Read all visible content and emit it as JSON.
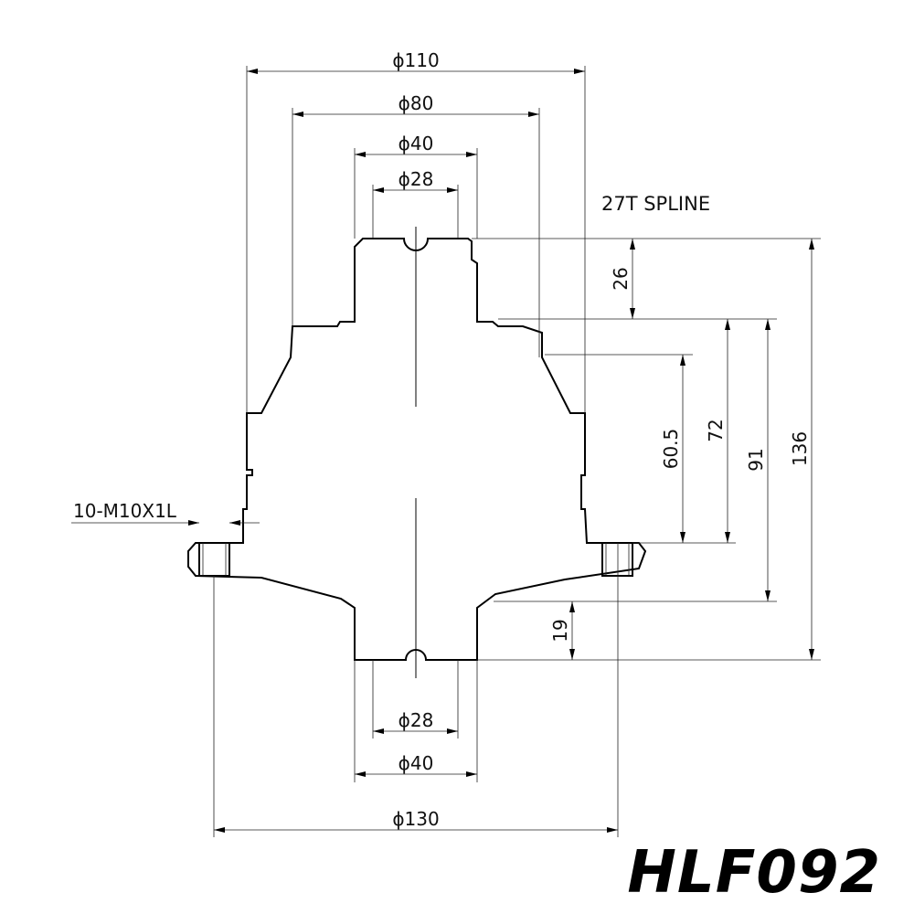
{
  "title": "HLF092",
  "notes": {
    "spline": "27T SPLINE",
    "thread": "10-M10X1L"
  },
  "dimensions": {
    "top_d110": "ϕ110",
    "top_d80": "ϕ80",
    "top_d40": "ϕ40",
    "top_d28": "ϕ28",
    "bottom_d28": "ϕ28",
    "bottom_d40": "ϕ40",
    "bottom_d130": "ϕ130",
    "h26": "26",
    "h60_5": "60.5",
    "h72": "72",
    "h91": "91",
    "h136": "136",
    "h19": "19"
  }
}
